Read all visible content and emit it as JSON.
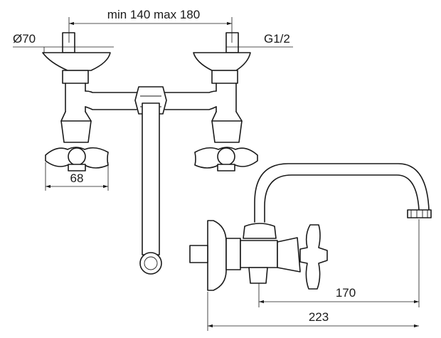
{
  "dimensions": {
    "spacing": "min 140 max 180",
    "diameter": "Ø70",
    "thread": "G1/2",
    "handle_width": "68",
    "spout_reach": "170",
    "overall_depth": "223"
  }
}
